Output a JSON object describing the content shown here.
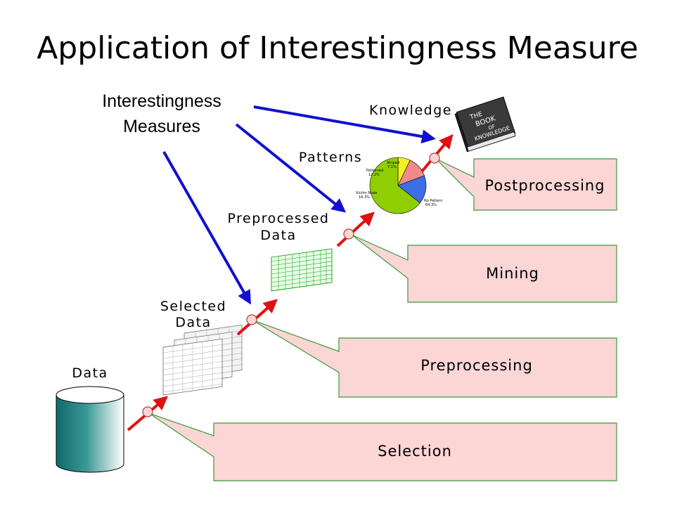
{
  "title": "Application of Interestingness Measure",
  "measures_label": {
    "line1": "Interestingness",
    "line2": "Measures"
  },
  "stages": {
    "data": "Data",
    "selected_line1": "Selected",
    "selected_line2": "Data",
    "preprocessed_line1": "Preprocessed",
    "preprocessed_line2": "Data",
    "patterns": "Patterns",
    "knowledge": "Knowledge"
  },
  "processes": [
    {
      "label": "Selection"
    },
    {
      "label": "Preprocessing"
    },
    {
      "label": "Mining"
    },
    {
      "label": "Postprocessing"
    }
  ],
  "pie": {
    "slices": [
      {
        "label": "Striped",
        "value": "7.1%"
      },
      {
        "label": "Patterned",
        "value": "12.2%"
      },
      {
        "label": "Victim Nude",
        "value": "16.3%"
      },
      {
        "label": "No Pattern",
        "value": "64.3%"
      }
    ]
  },
  "book": {
    "line1": "THE",
    "line2": "BOOK",
    "line3": "OF",
    "line4": "KNOWLEDGE"
  },
  "colors": {
    "callout_fill": "#fcd5d5",
    "callout_stroke": "#3a9a3a",
    "arrow_red": "#e01010",
    "arrow_blue": "#1010d0",
    "pie_green": "#8fce00",
    "pie_blue": "#3a6fe8",
    "pie_pink": "#f08a8a",
    "pie_yellow": "#f5f020",
    "cylinder_teal": "#1e7a78"
  }
}
